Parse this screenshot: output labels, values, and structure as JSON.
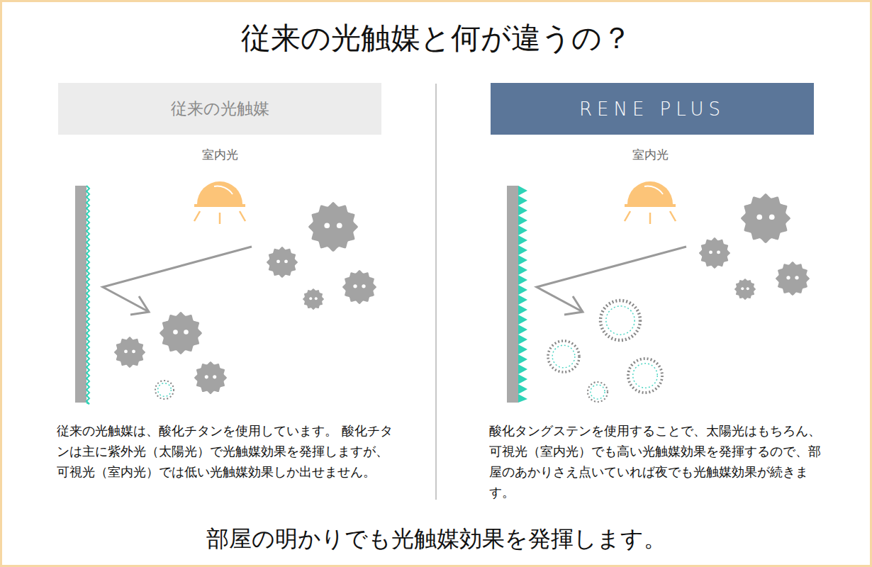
{
  "diagram": {
    "title": "従来の光触媒と何が違うの？",
    "caption": "部屋の明かりでも光触媒効果を発揮します。",
    "nodes": [
      {
        "text": [
          "従来の光触媒"
        ]
      },
      {
        "text": [
          "RENE PLUS"
        ]
      }
    ],
    "labels": [
      "室内光",
      "室内光",
      "従来の光触媒は、酸化チタンを使用しています。 酸化チタンは主に紫外光（太陽光）で光触媒効果を発揮しますが、可視光（室内光）では低い光触媒効果しか出せません。",
      "酸化タングステンを使用することで、太陽光はもちろん、可視光（室内光）でも高い光触媒効果を発揮するので、部屋のあかりさえ点いていれば夜でも光触媒効果が続きます。"
    ]
  }
}
